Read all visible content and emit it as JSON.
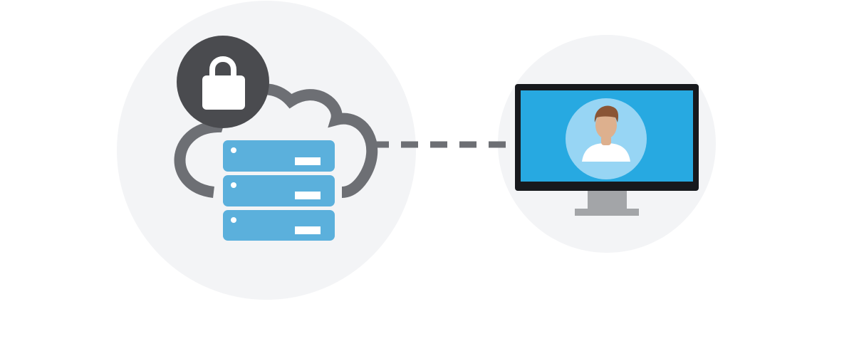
{
  "diagram": {
    "kind": "secure-cloud-to-user",
    "nodes": [
      {
        "id": "cloud-server",
        "icon": "cloud-server-icon",
        "badge_icon": "lock-icon",
        "server_units": 3
      },
      {
        "id": "user-workstation",
        "icon": "monitor-icon",
        "screen_icon": "user-avatar-icon"
      }
    ],
    "connection": {
      "from": "cloud-server",
      "to": "user-workstation",
      "style": "dashed"
    },
    "colors": {
      "background": "#ffffff",
      "backdrop_circle": "#f3f4f6",
      "cloud_outline": "#6d6f74",
      "lock_badge": "#4a4b4f",
      "lock": "#ffffff",
      "server": "#5bb0dc",
      "server_detail": "#ffffff",
      "connector": "#6d6f74",
      "monitor_frame": "#17191d",
      "monitor_screen": "#27a9e1",
      "monitor_stand": "#a3a5a8",
      "avatar_circle": "#97d5f4",
      "avatar_hair": "#8a5535",
      "avatar_skin": "#ddb08e",
      "avatar_shirt": "#ffffff"
    }
  }
}
